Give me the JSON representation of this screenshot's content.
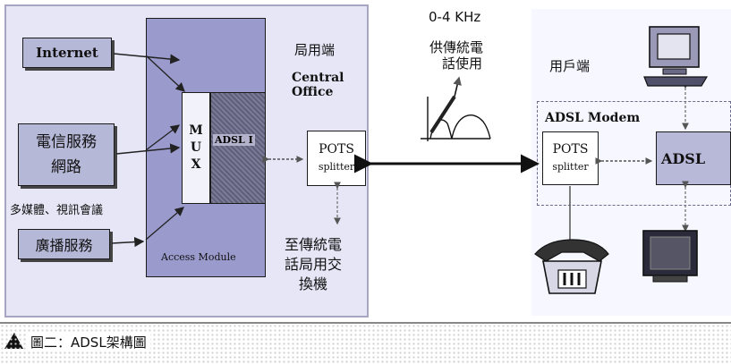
{
  "frequency_label": "0-4 KHz",
  "frequency_note_lines": [
    "供傳統電",
    "話使用"
  ],
  "central_office": {
    "label_cn": "局用端",
    "label_en_lines": [
      "Central",
      "Office"
    ]
  },
  "sources": {
    "internet": "Internet",
    "telecom_lines": [
      "電信服務",
      "網路"
    ],
    "multimedia_note": "多媒體、視訊會議",
    "broadcast": "廣播服務"
  },
  "access_module": {
    "label": "Access Module",
    "mux_letters": [
      "M",
      "U",
      "X"
    ],
    "adsl_label": "ADSL I"
  },
  "pots_left": {
    "title": "POTS",
    "sub": "splitter"
  },
  "switch_note_lines": [
    "至傳統電",
    "話局用交",
    "換機"
  ],
  "user_end": {
    "label": "用戶端",
    "modem_label": "ADSL Modem",
    "pots_title": "POTS",
    "pots_sub": "splitter",
    "adsl": "ADSL"
  },
  "caption": "圖二：ADSL架構圖",
  "icons": {
    "computer": "computer-icon",
    "telephone": "telephone-icon",
    "television": "television-icon",
    "spectrum": "spectrum-graph-icon",
    "caption": "caption-mark-icon"
  }
}
